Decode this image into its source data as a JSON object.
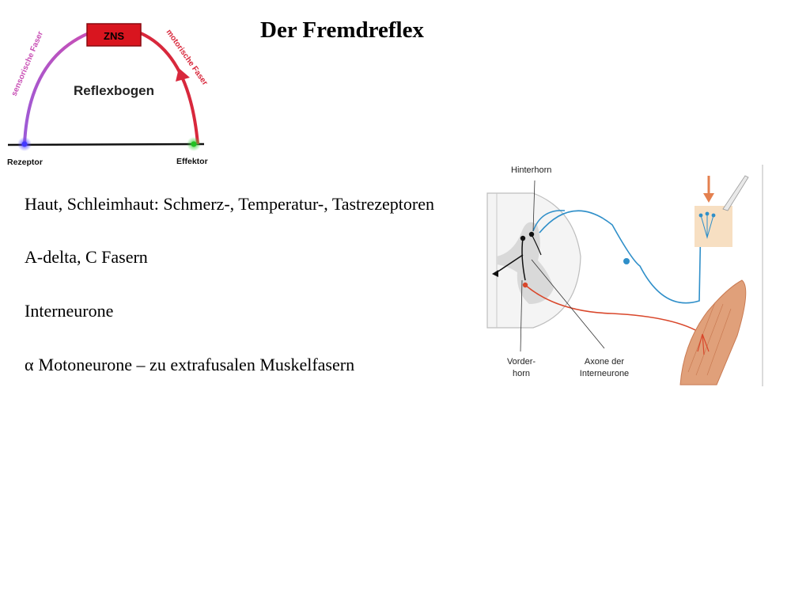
{
  "slide": {
    "title": "Der Fremdreflex"
  },
  "reflexbogen": {
    "zns_label": "ZNS",
    "center_label": "Reflexbogen",
    "sensory_label": "sensorische Faser",
    "motor_label": "motorische Faser",
    "receptor_label": "Rezeptor",
    "effector_label": "Effektor",
    "colors": {
      "sensory": "#b04bc0",
      "motor": "#d8283c",
      "zns_box": "#d9151f",
      "receptor_dot": "#5a4cff",
      "effector_dot": "#3fd23f"
    }
  },
  "bullets": [
    "Haut, Schleimhaut: Schmerz-, Temperatur-, Tastrezeptoren",
    "A-delta, C Fasern",
    "Interneurone",
    "Motoneurone – zu extrafusalen Muskelfasern"
  ],
  "bullet_prefix_symbol": "α",
  "reflex_diagram": {
    "label_hinterhorn": "Hinterhorn",
    "label_vorderhorn_1": "Vorder-",
    "label_vorderhorn_2": "horn",
    "label_axone_1": "Axone der",
    "label_axone_2": "Interneurone",
    "colors": {
      "afferent": "#2f8fc9",
      "efferent": "#d9472b",
      "muscle": "#e0a07a",
      "grey_matter": "#d9d9d9",
      "arrow": "#e4804f"
    }
  }
}
